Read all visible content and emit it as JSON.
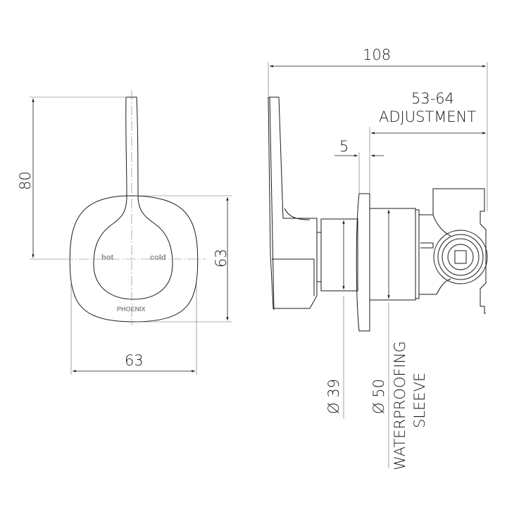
{
  "drawing": {
    "type": "technical-dimension-drawing",
    "subject": "wall mixer with lever handle",
    "front_view": {
      "height_label": "80",
      "plate_height_label": "63",
      "plate_width_label": "63",
      "hot_label": "hot",
      "cold_label": "cold",
      "brand_label": "PHOENIX"
    },
    "side_view": {
      "overall_depth_label": "108",
      "adjustment_range_label": "53-64",
      "adjustment_text": "ADJUSTMENT",
      "flange_label": "5",
      "diameter_39_label": "Ø 39",
      "diameter_50_label": "Ø 50",
      "sleeve_text_line1": "WATERPROOFING",
      "sleeve_text_line2": "SLEEVE"
    },
    "colors": {
      "line": "#1a1a1a",
      "thin_line": "#555555",
      "text_grey": "#8a8a8a"
    }
  }
}
